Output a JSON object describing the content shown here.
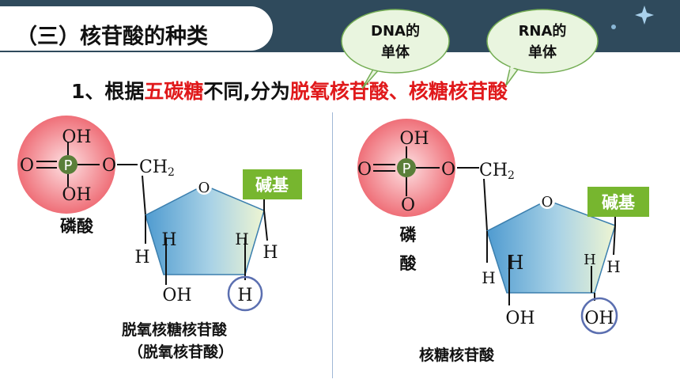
{
  "header": {
    "title": "（三）核苷酸的种类"
  },
  "bubbles": {
    "dna_line1": "DNA的",
    "dna_line2": "单体",
    "rna_line1": "RNA的",
    "rna_line2": "单体"
  },
  "subtitle": {
    "part1": "1、根据",
    "part2": "五碳糖",
    "part3": "不同,分为",
    "part4": "脱氧核苷酸、核糖核苷酸"
  },
  "left_molecule": {
    "oh_top": "OH",
    "o_left": "O",
    "p": "P",
    "o_right": "O",
    "oh_bottom": "OH",
    "ch2": "CH",
    "ch2_sub": "2",
    "phosphate_label": "磷酸",
    "ring_o": "O",
    "base_label": "碱基",
    "h_left_outer": "H",
    "h_left_inner": "H",
    "h_right_inner": "H",
    "h_right_outer": "H",
    "oh_3prime": "OH",
    "h_2prime": "H",
    "caption_line1": "脱氧核糖核苷酸",
    "caption_line2": "（脱氧核苷酸）"
  },
  "right_molecule": {
    "oh_top": "OH",
    "o_left": "O",
    "p": "P",
    "o_right": "O",
    "o_bottom": "O",
    "ch2": "CH",
    "ch2_sub": "2",
    "phosphate_label_1": "磷",
    "phosphate_label_2": "酸",
    "ring_o": "O",
    "base_label": "碱基",
    "h_left_outer": "H",
    "h_left_inner": "H",
    "h_right_inner": "H",
    "h_right_outer": "H",
    "oh_3prime": "OH",
    "oh_2prime": "OH",
    "caption": "核糖核苷酸"
  },
  "colors": {
    "header_bg": "#2f4a5c",
    "highlight_red": "#e0191b",
    "base_box": "#77b62f",
    "phosphorus": "#5a7f3a",
    "ring_fill": "#7db9d8",
    "circle_highlight": "#5b6fb0"
  }
}
